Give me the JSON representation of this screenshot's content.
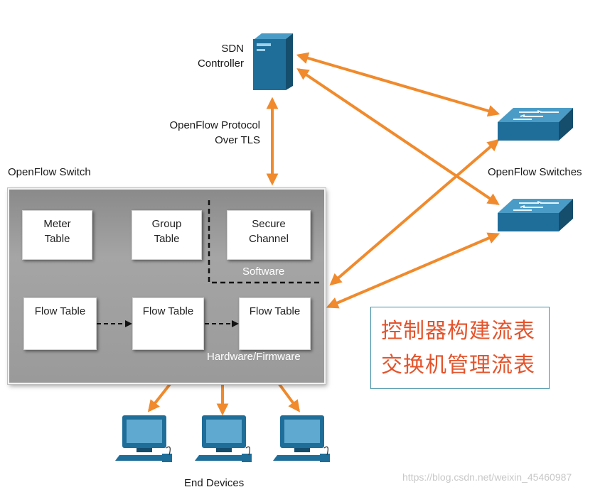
{
  "controller": {
    "label_line1": "SDN",
    "label_line2": "Controller"
  },
  "protocol": {
    "line1": "OpenFlow Protocol",
    "line2": "Over TLS"
  },
  "switch": {
    "title": "OpenFlow Switch",
    "meter_table": {
      "line1": "Meter",
      "line2": "Table"
    },
    "group_table": {
      "line1": "Group",
      "line2": "Table"
    },
    "secure_channel": {
      "line1": "Secure",
      "line2": "Channel"
    },
    "software_label": "Software",
    "flow_tables": [
      "Flow Table",
      "Flow Table",
      "Flow Table"
    ],
    "hardware_label": "Hardware/Firmware"
  },
  "switches_label": "OpenFlow Switches",
  "end_devices_label": "End Devices",
  "annotation": {
    "line1": "控制器构建流表",
    "line2": "交换机管理流表"
  },
  "watermark": "https://blog.csdn.net/weixin_45460987",
  "colors": {
    "arrow": "#f08a2c",
    "device_blue": "#1f6e9a",
    "annotation_text": "#e4542c",
    "annotation_border": "#3e8fa5"
  }
}
